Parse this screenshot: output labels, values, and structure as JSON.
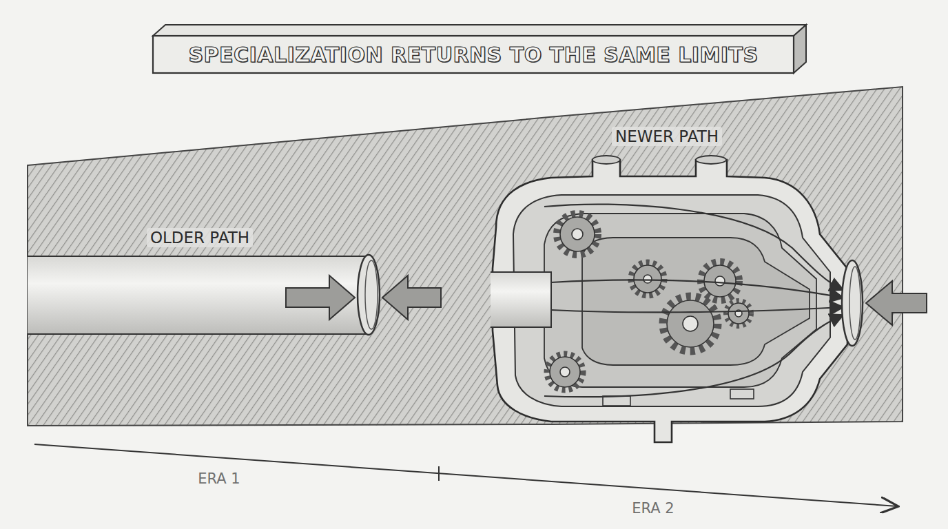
{
  "diagram": {
    "title": "SPECIALIZATION RETURNS TO THE SAME LIMITS",
    "labels": [
      "OLDER PATH",
      "NEWER PATH",
      "ERA 1",
      "ERA 2"
    ]
  }
}
